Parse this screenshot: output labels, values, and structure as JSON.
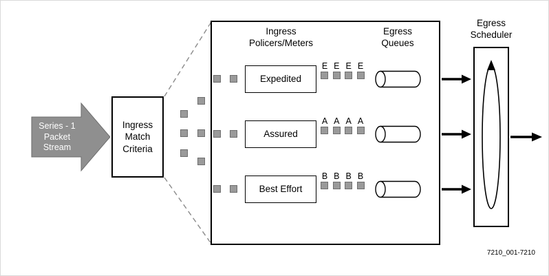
{
  "figure": {
    "input_arrow_label": "Series - 1\nPacket\nStream",
    "match_box_label": "Ingress\nMatch\nCriteria",
    "policers_title": "Ingress\nPolicers/Meters",
    "egress_queues_title": "Egress\nQueues",
    "scheduler_title": "Egress\nScheduler",
    "rows": [
      {
        "policer_label": "Expedited",
        "queue_letter": "E"
      },
      {
        "policer_label": "Assured",
        "queue_letter": "A"
      },
      {
        "policer_label": "Best Effort",
        "queue_letter": "B"
      }
    ],
    "figure_id": "7210_001-7210",
    "colors": {
      "packet_gray": "#9a9a9a",
      "input_arrow_gray": "#8f8f8f",
      "dashed_line_gray": "#8a8a8a",
      "line_black": "#000000"
    }
  }
}
